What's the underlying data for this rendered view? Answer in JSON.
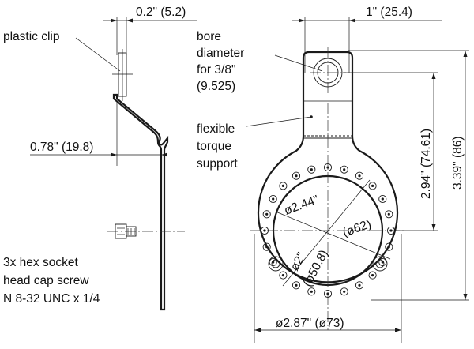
{
  "callouts": {
    "plastic_clip": "plastic clip",
    "bore": [
      "bore",
      "diameter",
      "for 3/8\"",
      "(9.525)"
    ],
    "flexible": [
      "flexible",
      "torque",
      "support"
    ],
    "screw": [
      "3x hex socket",
      "head cap screw",
      "N 8-32 UNC x 1/4"
    ]
  },
  "dimensions": {
    "clip_width": "0.2\" (5.2)",
    "offset": "0.78\" (19.8)",
    "tab_width": "1\" (25.4)",
    "center_height": "2.94\" (74.61)",
    "total_height": "3.39\" (86)",
    "outer_diameter": "ø2.87\" (ø73)",
    "pcd_large": "ø2.44\"",
    "pcd_large_mm": "(ø62)",
    "pcd_small": "ø2\"",
    "pcd_small_mm": "(ø50.8)"
  }
}
